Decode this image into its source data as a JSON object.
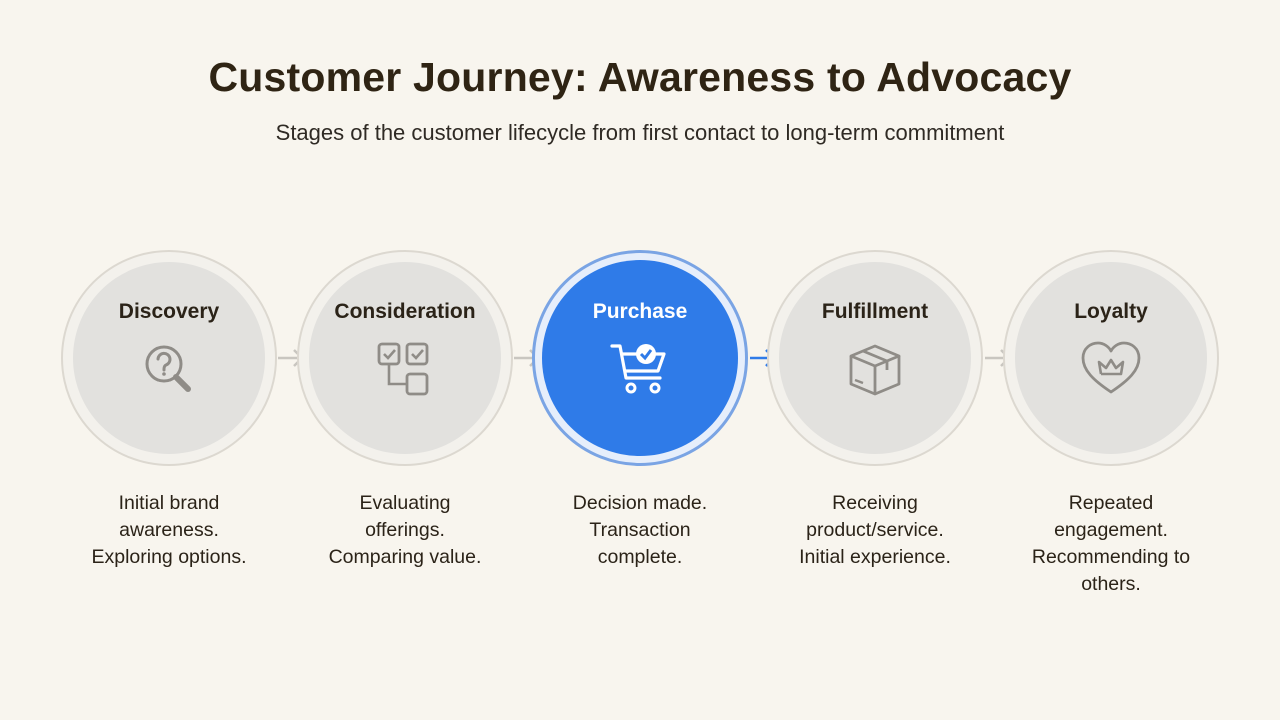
{
  "header": {
    "title": "Customer Journey: Awareness to Advocacy",
    "subtitle": "Stages of the customer lifecycle from first contact to long-term commitment"
  },
  "stages": [
    {
      "label": "Discovery",
      "icon": "magnifier-question-icon",
      "description": [
        "Initial brand",
        "awareness.",
        "Exploring options."
      ]
    },
    {
      "label": "Consideration",
      "icon": "checklist-compare-icon",
      "description": [
        "Evaluating",
        "offerings.",
        "Comparing value."
      ]
    },
    {
      "label": "Purchase",
      "icon": "cart-check-icon",
      "description": [
        "Decision made.",
        "Transaction",
        "complete."
      ]
    },
    {
      "label": "Fulfillment",
      "icon": "package-box-icon",
      "description": [
        "Receiving",
        "product/service.",
        "Initial experience."
      ]
    },
    {
      "label": "Loyalty",
      "icon": "heart-crown-icon",
      "description": [
        "Repeated",
        "engagement.",
        "Recommending to",
        "others."
      ]
    }
  ],
  "active_stage": "Purchase",
  "colors": {
    "background": "#f8f5ee",
    "accent": "#2f7be8",
    "inactive_disc": "#e2e1de",
    "icon_gray": "#8f8c87",
    "arrow_gray": "#c9c6c0"
  }
}
